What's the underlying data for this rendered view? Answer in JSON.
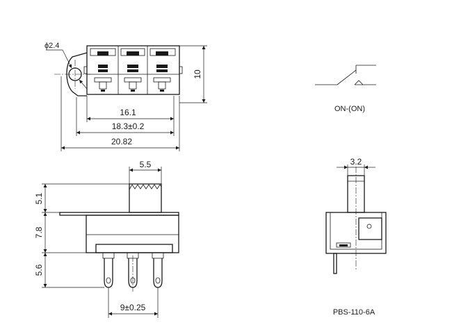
{
  "top_view": {
    "hole_diameter": "ϕ2.4",
    "height": "10",
    "width_inner": "16.1",
    "width_tol": "18.3±0.2",
    "width_total": "20.82"
  },
  "schematic": {
    "function": "ON-(ON)"
  },
  "front_view": {
    "actuator_width": "5.5",
    "actuator_height": "5.1",
    "body_height": "7.8",
    "terminal_length": "5.6",
    "terminal_pitch": "9±0.25"
  },
  "side_view": {
    "actuator_width": "3.2",
    "model": "PBS-110-6A"
  }
}
